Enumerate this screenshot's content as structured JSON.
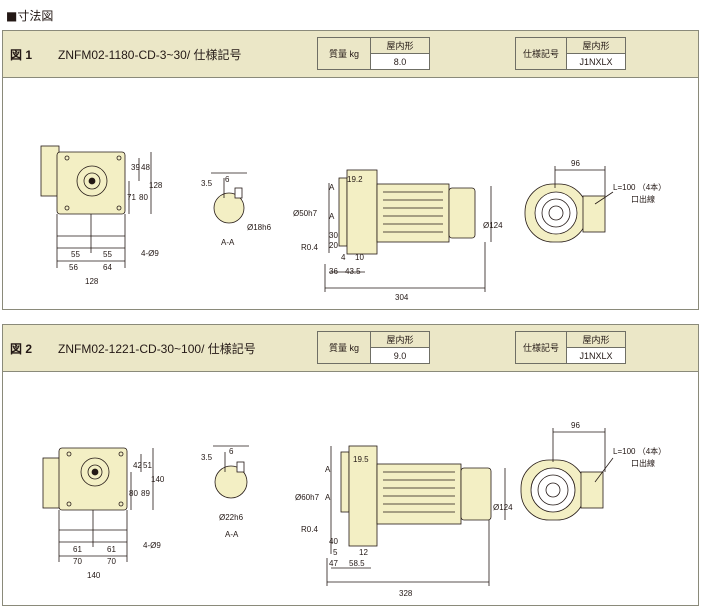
{
  "section_title": "■寸法図",
  "figures": [
    {
      "label": "図 1",
      "model": "ZNFM02-1180-CD-3~30/ 仕様記号",
      "mass": {
        "label": "質量 kg",
        "header": "屋内形",
        "value": "8.0"
      },
      "spec": {
        "label": "仕様記号",
        "header": "屋内形",
        "value": "J1NXLX"
      },
      "front": {
        "d1": "55",
        "d2": "55",
        "d3": "56",
        "d4": "64",
        "total": "128",
        "v1": "39",
        "v2": "48",
        "v3": "71",
        "v4": "80",
        "v5": "128",
        "hole": "4-Ø9"
      },
      "shaft": {
        "d1": "6",
        "d2": "3.5",
        "dia": "Ø18h6",
        "section": "A-A"
      },
      "side": {
        "a1": "A",
        "a2": "A",
        "phi": "Ø50h7",
        "r": "R0.4",
        "d19": "19.2",
        "d30": "30",
        "d20": "20",
        "d4": "4",
        "d10": "10",
        "d36": "36",
        "d43": "43.5",
        "total": "304",
        "dia": "Ø124"
      },
      "rear": {
        "w": "96",
        "lead": "L=100 （4本）",
        "lead2": "口出線"
      }
    },
    {
      "label": "図 2",
      "model": "ZNFM02-1221-CD-30~100/ 仕様記号",
      "mass": {
        "label": "質量 kg",
        "header": "屋内形",
        "value": "9.0"
      },
      "spec": {
        "label": "仕様記号",
        "header": "屋内形",
        "value": "J1NXLX"
      },
      "front": {
        "d1": "61",
        "d2": "61",
        "d3": "70",
        "d4": "70",
        "total": "140",
        "v1": "42",
        "v2": "51",
        "v3": "80",
        "v4": "89",
        "v5": "140",
        "hole": "4-Ø9"
      },
      "shaft": {
        "d1": "6",
        "d2": "3.5",
        "dia": "Ø22h6",
        "section": "A-A"
      },
      "side": {
        "a1": "A",
        "a2": "A",
        "phi": "Ø60h7",
        "r": "R0.4",
        "d19": "19.5",
        "d30": "40",
        "d20": "5",
        "d4": "12",
        "d10": "",
        "d36": "47",
        "d43": "58.5",
        "total": "328",
        "dia": "Ø124"
      },
      "rear": {
        "w": "96",
        "lead": "L=100 （4本）",
        "lead2": "口出線"
      }
    }
  ],
  "colors": {
    "header_bg": "#ebe7c7",
    "motor_fill": "#f3efc4",
    "line": "#231815"
  }
}
